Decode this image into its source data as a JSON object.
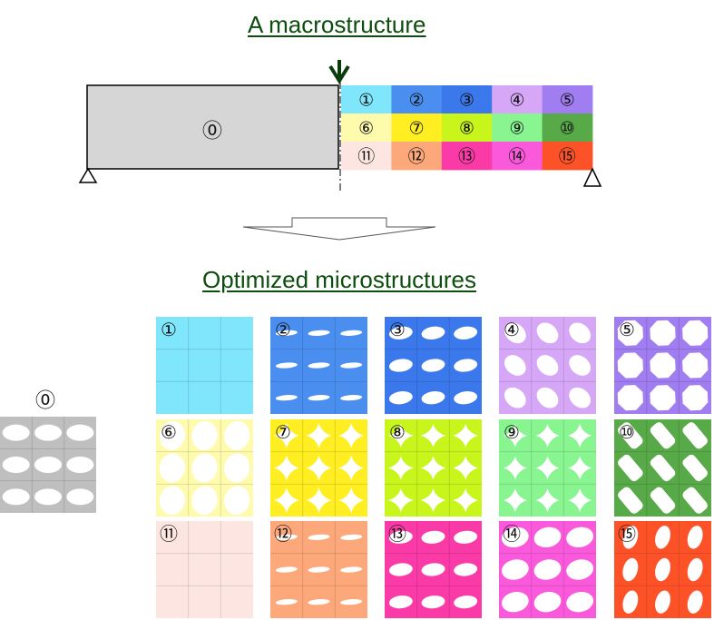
{
  "titles": {
    "macrostructure": "A macrostructure",
    "microstructures": "Optimized microstructures"
  },
  "labels": [
    "⓪",
    "①",
    "②",
    "③",
    "④",
    "⑤",
    "⑥",
    "⑦",
    "⑧",
    "⑨",
    "⑩",
    "⑪",
    "⑫",
    "⑬",
    "⑭",
    "⑮"
  ],
  "colors": {
    "text": "#0d4d0d",
    "arrow": "#0b3d0b",
    "beam_fill": "#d6d6d6",
    "c1": "#7fe6fb",
    "c2": "#4a8ff0",
    "c3": "#3a78ec",
    "c4": "#d5a7f6",
    "c5": "#a07df0",
    "c6": "#fffbad",
    "c7": "#ffee22",
    "c8": "#c8f51c",
    "c9": "#88f590",
    "c10": "#58a948",
    "c11": "#fde6e2",
    "c12": "#fca87b",
    "c13": "#fa3aa6",
    "c14": "#fb59dc",
    "c15": "#fd5228"
  },
  "icons": {
    "load": "down-arrow-icon",
    "support": "triangle-support-icon",
    "flow": "block-down-arrow-icon"
  }
}
